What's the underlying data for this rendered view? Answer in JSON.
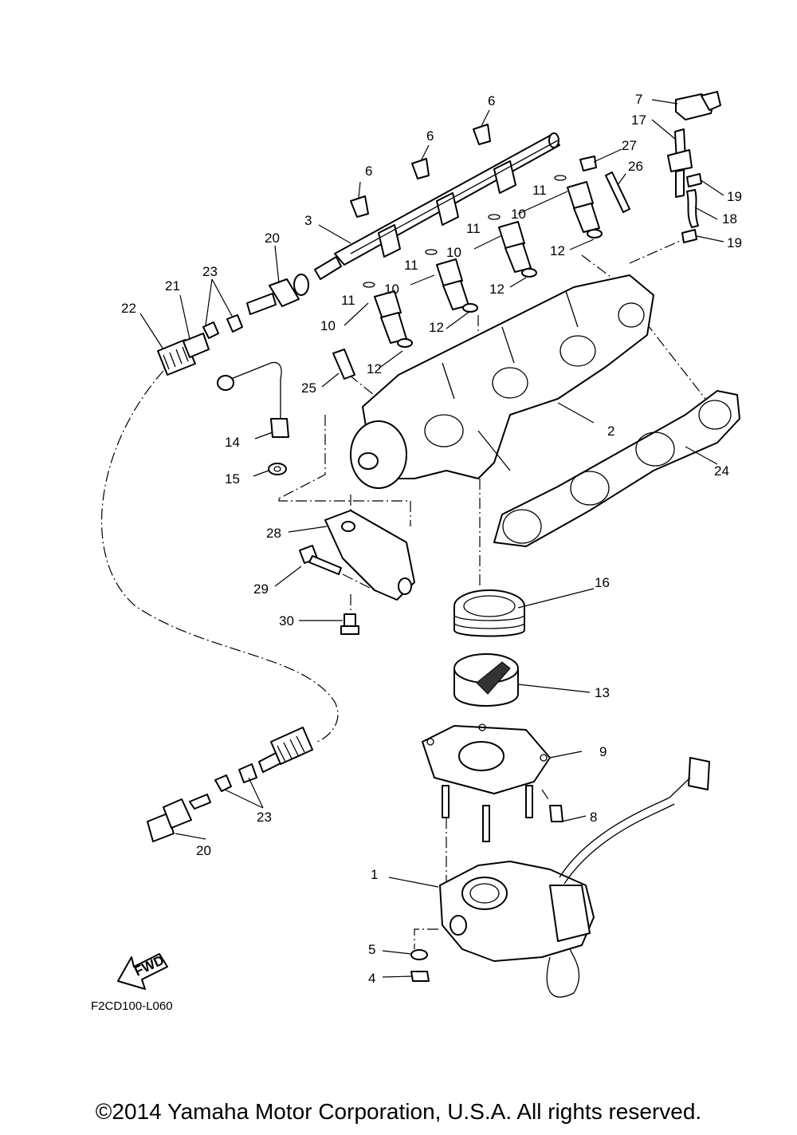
{
  "labels": {
    "p1": "1",
    "p2": "2",
    "p3": "3",
    "p4": "4",
    "p5": "5",
    "p6": "6",
    "p7": "7",
    "p8": "8",
    "p9": "9",
    "p10": "10",
    "p11": "11",
    "p12": "12",
    "p13": "13",
    "p14": "14",
    "p15": "15",
    "p16": "16",
    "p17": "17",
    "p18": "18",
    "p19": "19",
    "p20": "20",
    "p21": "21",
    "p22": "22",
    "p23": "23",
    "p24": "24",
    "p25": "25",
    "p26": "26",
    "p27": "27",
    "p28": "28",
    "p29": "29",
    "p30": "30"
  },
  "fwd_label": "FWD",
  "diagram_code": "F2CD100-L060",
  "copyright": "©2014 Yamaha Motor Corporation, U.S.A. All rights reserved."
}
